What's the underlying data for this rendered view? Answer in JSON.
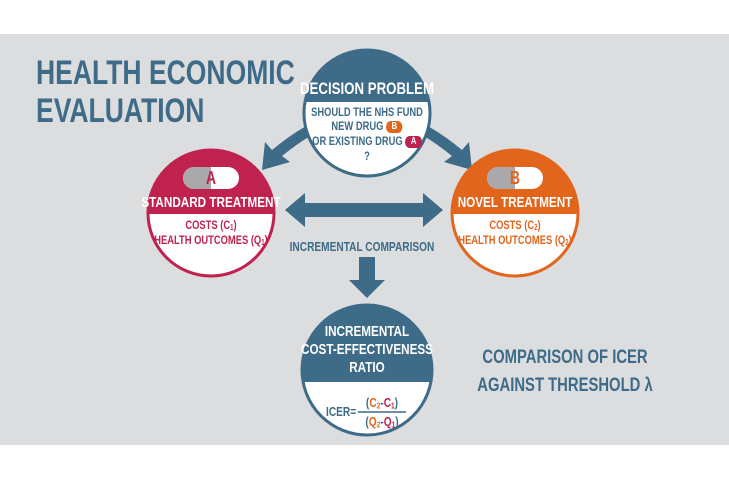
{
  "title": {
    "line1": "HEALTH ECONOMIC",
    "line2": "EVALUATION"
  },
  "decision": {
    "heading": "DECISION PROBLEM",
    "line1": "SHOULD THE NHS FUND",
    "line2": "NEW DRUG",
    "pill_b": "B",
    "line3": "OR EXISTING DRUG",
    "pill_a": "A",
    "line4": "?"
  },
  "standard": {
    "pill": "A",
    "heading": "STANDARD TREATMENT",
    "costs": "COSTS (C",
    "costs_sub": "1",
    "outcomes": "HEALTH OUTCOMES (Q",
    "outcomes_sub": "1",
    "close": ")"
  },
  "novel": {
    "pill": "B",
    "heading": "NOVEL TREATMENT",
    "costs": "COSTS (C",
    "costs_sub": "2",
    "outcomes": "HEALTH OUTCOMES (Q",
    "outcomes_sub": "2",
    "close": ")"
  },
  "comparison_label": "INCREMENTAL COMPARISON",
  "icer": {
    "line1": "INCREMENTAL",
    "line2": "COST-EFFECTIVENESS",
    "line3": "RATIO",
    "formula_label": "ICER=",
    "numerator": {
      "open": "(",
      "a": "C",
      "a_sub": "2",
      "minus": "-",
      "b": "C",
      "b_sub": "1",
      "close": ")"
    },
    "denominator": {
      "open": "(",
      "a": "Q",
      "a_sub": "2",
      "minus": "-",
      "b": "Q",
      "b_sub": "1",
      "close": ")"
    }
  },
  "threshold": {
    "line1": "COMPARISON OF ICER",
    "line2": "AGAINST THRESHOLD λ"
  },
  "colors": {
    "blue": "#3d6b88",
    "crimson": "#c0224f",
    "orange": "#e2651c",
    "background": "#dcdddf",
    "pill_grey": "#a9a9ab"
  }
}
